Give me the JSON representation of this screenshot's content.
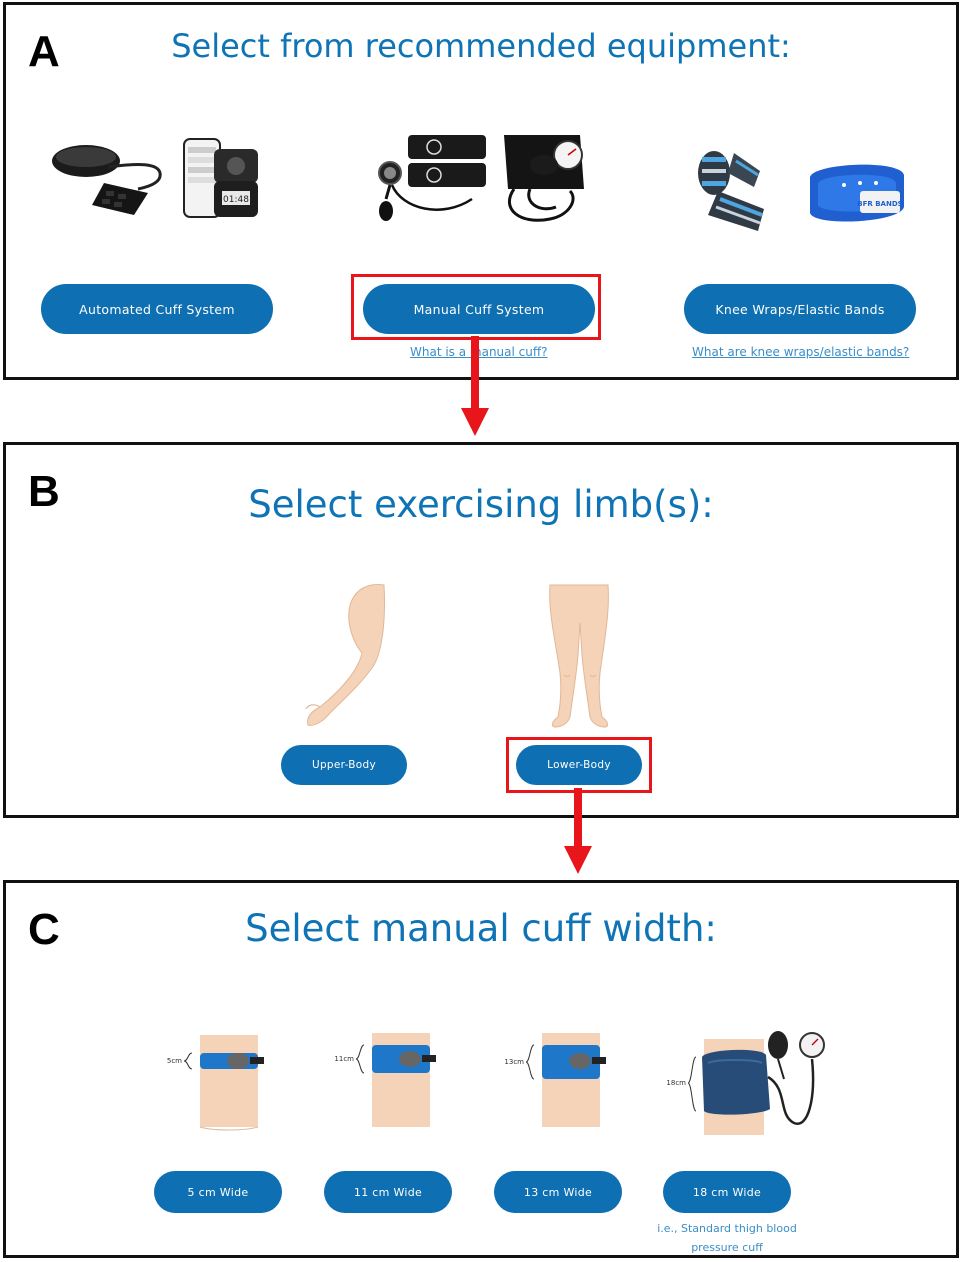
{
  "panels": {
    "A": {
      "letter": "A",
      "title": "Select from recommended equipment:",
      "buttons": {
        "automated": "Automated Cuff System",
        "manual": "Manual Cuff System",
        "knee": "Knee Wraps/Elastic Bands"
      },
      "links": {
        "manual": "What is a manual cuff?",
        "knee": "What are knee wraps/elastic bands?"
      },
      "device_labels": {
        "phone_time": "01:48",
        "band_text": "BFR BANDS"
      }
    },
    "B": {
      "letter": "B",
      "title": "Select exercising limb(s):",
      "buttons": {
        "upper": "Upper-Body",
        "lower": "Lower-Body"
      }
    },
    "C": {
      "letter": "C",
      "title": "Select manual cuff width:",
      "widths": {
        "w5": {
          "measure": "5cm",
          "button": "5 cm Wide"
        },
        "w11": {
          "measure": "11cm",
          "button": "11 cm Wide"
        },
        "w13": {
          "measure": "13cm",
          "button": "13 cm Wide"
        },
        "w18": {
          "measure": "18cm",
          "button": "18 cm Wide"
        }
      },
      "note": "i.e., Standard thigh blood pressure cuff"
    }
  },
  "colors": {
    "accent": "#0e6fb2",
    "title": "#0e74b5",
    "highlight": "#e8151b",
    "arrow": "#e8151b"
  },
  "icons": [
    "arrow-down-icon",
    "automated-cuff-device-icon",
    "phone-app-icon",
    "manual-cuff-icon",
    "sphygmomanometer-icon",
    "knee-wraps-icon",
    "elastic-band-icon",
    "arm-icon",
    "legs-icon",
    "thigh-cuff-icon"
  ]
}
